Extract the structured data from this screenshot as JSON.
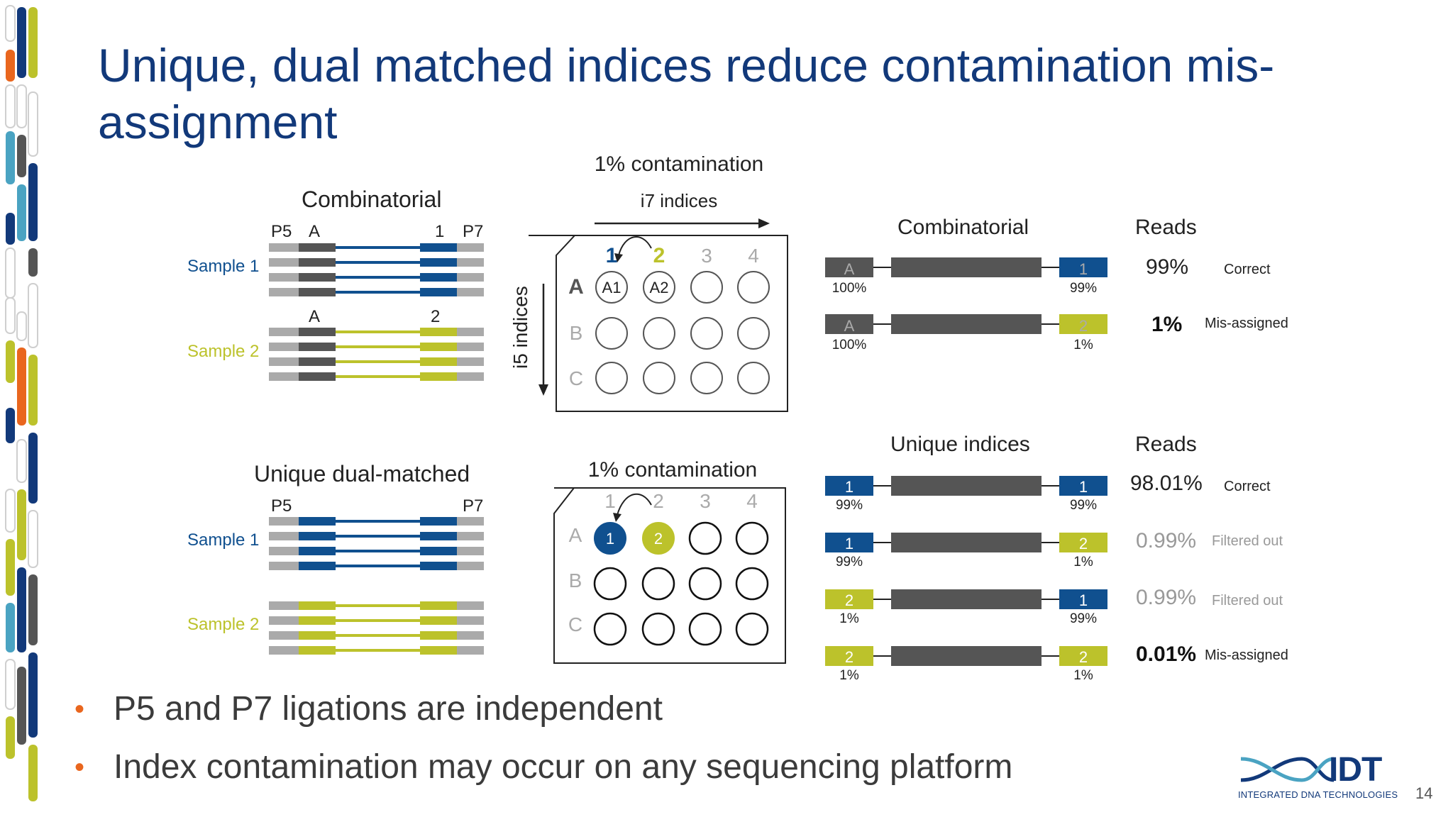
{
  "slide": {
    "title": "Unique, dual matched indices reduce contamination mis-assignment",
    "page_number": "14"
  },
  "combinatorial_adapters": {
    "heading": "Combinatorial",
    "p5": "P5",
    "p7": "P7",
    "i5_label_top": "A",
    "i7_label_top": "1",
    "i5_label_bottom": "A",
    "i7_label_bottom": "2",
    "sample1": "Sample 1",
    "sample2": "Sample 2"
  },
  "unique_adapters": {
    "heading": "Unique dual-matched",
    "p5": "P5",
    "p7": "P7",
    "sample1": "Sample 1",
    "sample2": "Sample 2"
  },
  "plate_top": {
    "heading": "1% contamination",
    "i7_axis": "i7 indices",
    "i5_axis": "i5 indices",
    "cols": [
      "1",
      "2",
      "3",
      "4"
    ],
    "rows": [
      "A",
      "B",
      "C"
    ],
    "well1": "A1",
    "well2": "A2"
  },
  "plate_bottom": {
    "heading": "1% contamination",
    "cols": [
      "1",
      "2",
      "3",
      "4"
    ],
    "rows": [
      "A",
      "B",
      "C"
    ],
    "well1": "1",
    "well2": "2"
  },
  "reads_combinatorial": {
    "heading": "Combinatorial",
    "reads_heading": "Reads",
    "rows": [
      {
        "left": "A",
        "left_pct": "100%",
        "right": "1",
        "right_pct": "99%",
        "reads": "99%",
        "note": "Correct"
      },
      {
        "left": "A",
        "left_pct": "100%",
        "right": "2",
        "right_pct": "1%",
        "reads": "1%",
        "note": "Mis-assigned"
      }
    ]
  },
  "reads_unique": {
    "heading": "Unique indices",
    "reads_heading": "Reads",
    "rows": [
      {
        "left": "1",
        "left_pct": "99%",
        "right": "1",
        "right_pct": "99%",
        "reads": "98.01%",
        "note": "Correct"
      },
      {
        "left": "1",
        "left_pct": "99%",
        "right": "2",
        "right_pct": "1%",
        "reads": "0.99%",
        "note": "Filtered out"
      },
      {
        "left": "2",
        "left_pct": "1%",
        "right": "1",
        "right_pct": "99%",
        "reads": "0.99%",
        "note": "Filtered out"
      },
      {
        "left": "2",
        "left_pct": "1%",
        "right": "2",
        "right_pct": "1%",
        "reads": "0.01%",
        "note": "Mis-assigned"
      }
    ]
  },
  "bullets": [
    "P5 and P7 ligations are independent",
    "Index contamination may occur on any sequencing platform"
  ],
  "logo": {
    "mark": "IDT",
    "tagline": "INTEGRATED DNA TECHNOLOGIES"
  },
  "colors": {
    "navy": "#12397a",
    "blue": "#10508f",
    "olive": "#bcc22b",
    "dark_gray": "#555555",
    "light_gray": "#aaaaaa",
    "orange": "#e9661e",
    "teal": "#4aa3c2"
  }
}
